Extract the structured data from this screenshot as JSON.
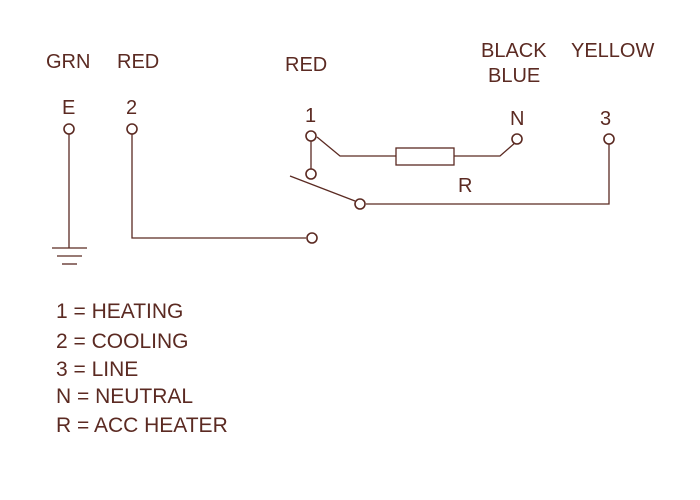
{
  "wire_colors": {
    "grn": "GRN",
    "red_left": "RED",
    "red_mid": "RED",
    "black": "BLACK",
    "yellow": "YELLOW",
    "blue": "BLUE"
  },
  "terminals": {
    "e": "E",
    "t2": "2",
    "t1": "1",
    "n": "N",
    "t3": "3"
  },
  "resistor_label": "R",
  "legend": [
    "1 = HEATING",
    "2 = COOLING",
    "3 = LINE",
    "N = NEUTRAL",
    "R = ACC HEATER"
  ],
  "colors": {
    "ink": "#5b2a22",
    "background": "#ffffff"
  }
}
